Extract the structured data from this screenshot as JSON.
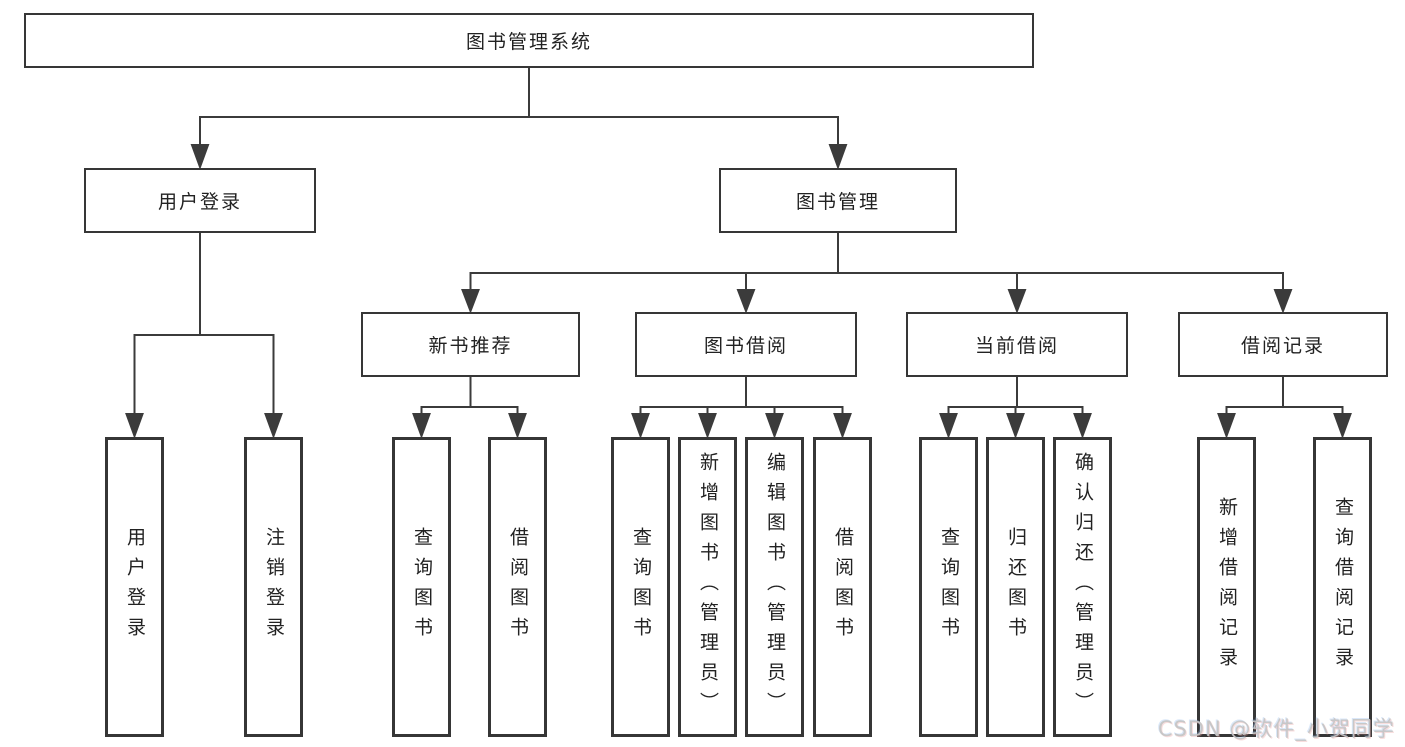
{
  "tree": {
    "root": {
      "label": "图书管理系统",
      "children": [
        {
          "label": "用户登录",
          "children": [
            {
              "label": "用户登录"
            },
            {
              "label": "注销登录"
            }
          ]
        },
        {
          "label": "图书管理",
          "children": [
            {
              "label": "新书推荐",
              "children": [
                {
                  "label": "查询图书"
                },
                {
                  "label": "借阅图书"
                }
              ]
            },
            {
              "label": "图书借阅",
              "children": [
                {
                  "label": "查询图书"
                },
                {
                  "label": "新增图书（管理员）"
                },
                {
                  "label": "编辑图书（管理员）"
                },
                {
                  "label": "借阅图书"
                }
              ]
            },
            {
              "label": "当前借阅",
              "children": [
                {
                  "label": "查询图书"
                },
                {
                  "label": "归还图书"
                },
                {
                  "label": "确认归还（管理员）"
                }
              ]
            },
            {
              "label": "借阅记录",
              "children": [
                {
                  "label": "新增借阅记录"
                },
                {
                  "label": "查询借阅记录"
                }
              ]
            }
          ]
        }
      ]
    }
  },
  "watermark": {
    "text": "CSDN @软件_小贺同学"
  },
  "colors": {
    "line": "#3b3b3b",
    "box_border": "#363636",
    "text": "#222222",
    "background": "#ffffff",
    "watermark": "#c5c5c5"
  }
}
